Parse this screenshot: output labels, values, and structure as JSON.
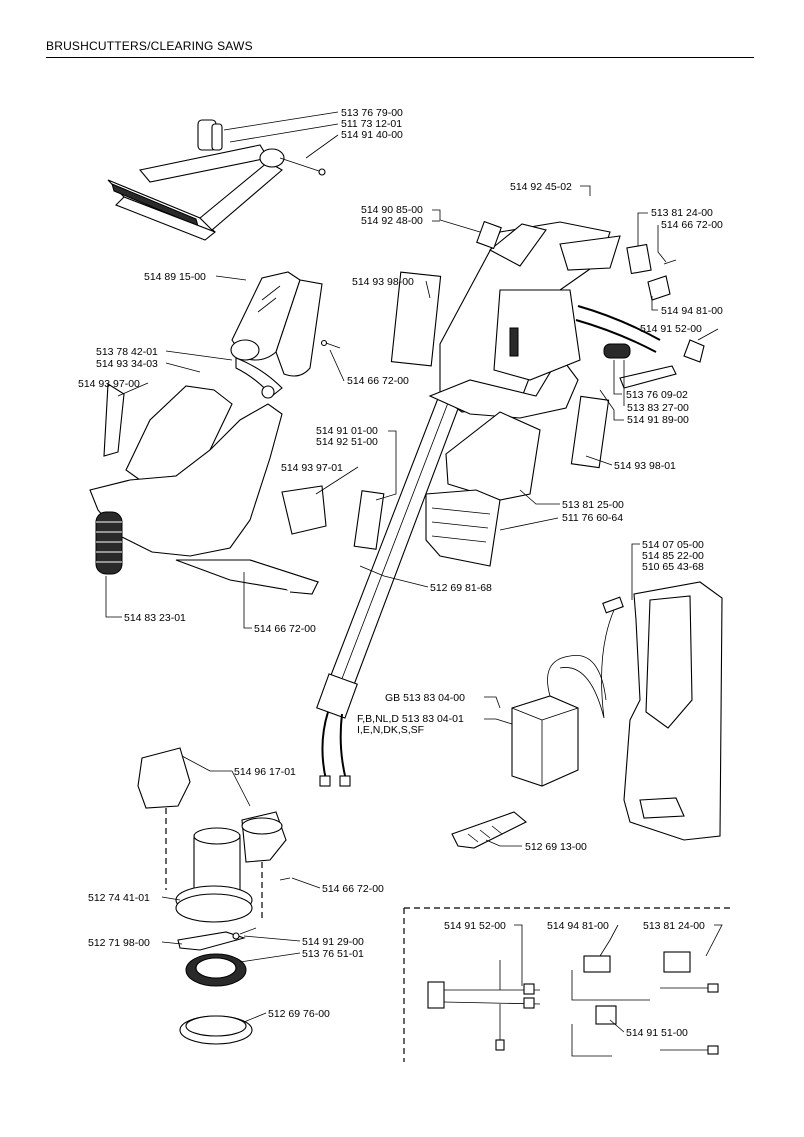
{
  "header": {
    "section_title": "BRUSHCUTTERS/CLEARING SAWS"
  },
  "labels": {
    "p1": "513 76 79-00",
    "p2": "511 73 12-01",
    "p3": "514 91 40-00",
    "p4": "514 92 45-02",
    "p5": "514 90 85-00",
    "p6": "514 92 48-00",
    "p7": "513 81 24-00",
    "p8": "514 66 72-00",
    "p9": "514 89 15-00",
    "p10": "514 93 98-00",
    "p11": "514 94 81-00",
    "p12": "514 91 52-00",
    "p13": "513 78 42-01",
    "p14": "514 93 34-03",
    "p15": "514 93 97-00",
    "p16": "514 66 72-00",
    "p17": "513 76 09-02",
    "p18": "513 83 27-00",
    "p19": "514 91 89-00",
    "p20": "514 91 01-00",
    "p21": "514 92 51-00",
    "p22": "514 93 97-01",
    "p23": "514 93 98-01",
    "p24": "513 81 25-00",
    "p25": "511 76 60-64",
    "p26": "514 07 05-00",
    "p27": "514 85 22-00",
    "p28": "510 65 43-68",
    "p29": "512 69 81-68",
    "p30": "514 83 23-01",
    "p31": "514 66 72-00",
    "p32": "GB 513 83 04-00",
    "p33": "F,B,NL,D 513 83 04-01",
    "p34": "I,E,N,DK,S,SF",
    "p35": "514 96 17-01",
    "p36": "512 69 13-00",
    "p37": "514 66 72-00",
    "p38": "512 74 41-01",
    "p39": "514 91 52-00",
    "p40": "514 94 81-00",
    "p41": "513 81 24-00",
    "p42": "512 71 98-00",
    "p43": "514 91 29-00",
    "p44": "513 76 51-01",
    "p45": "512 69 76-00",
    "p46": "514 91 51-00"
  }
}
